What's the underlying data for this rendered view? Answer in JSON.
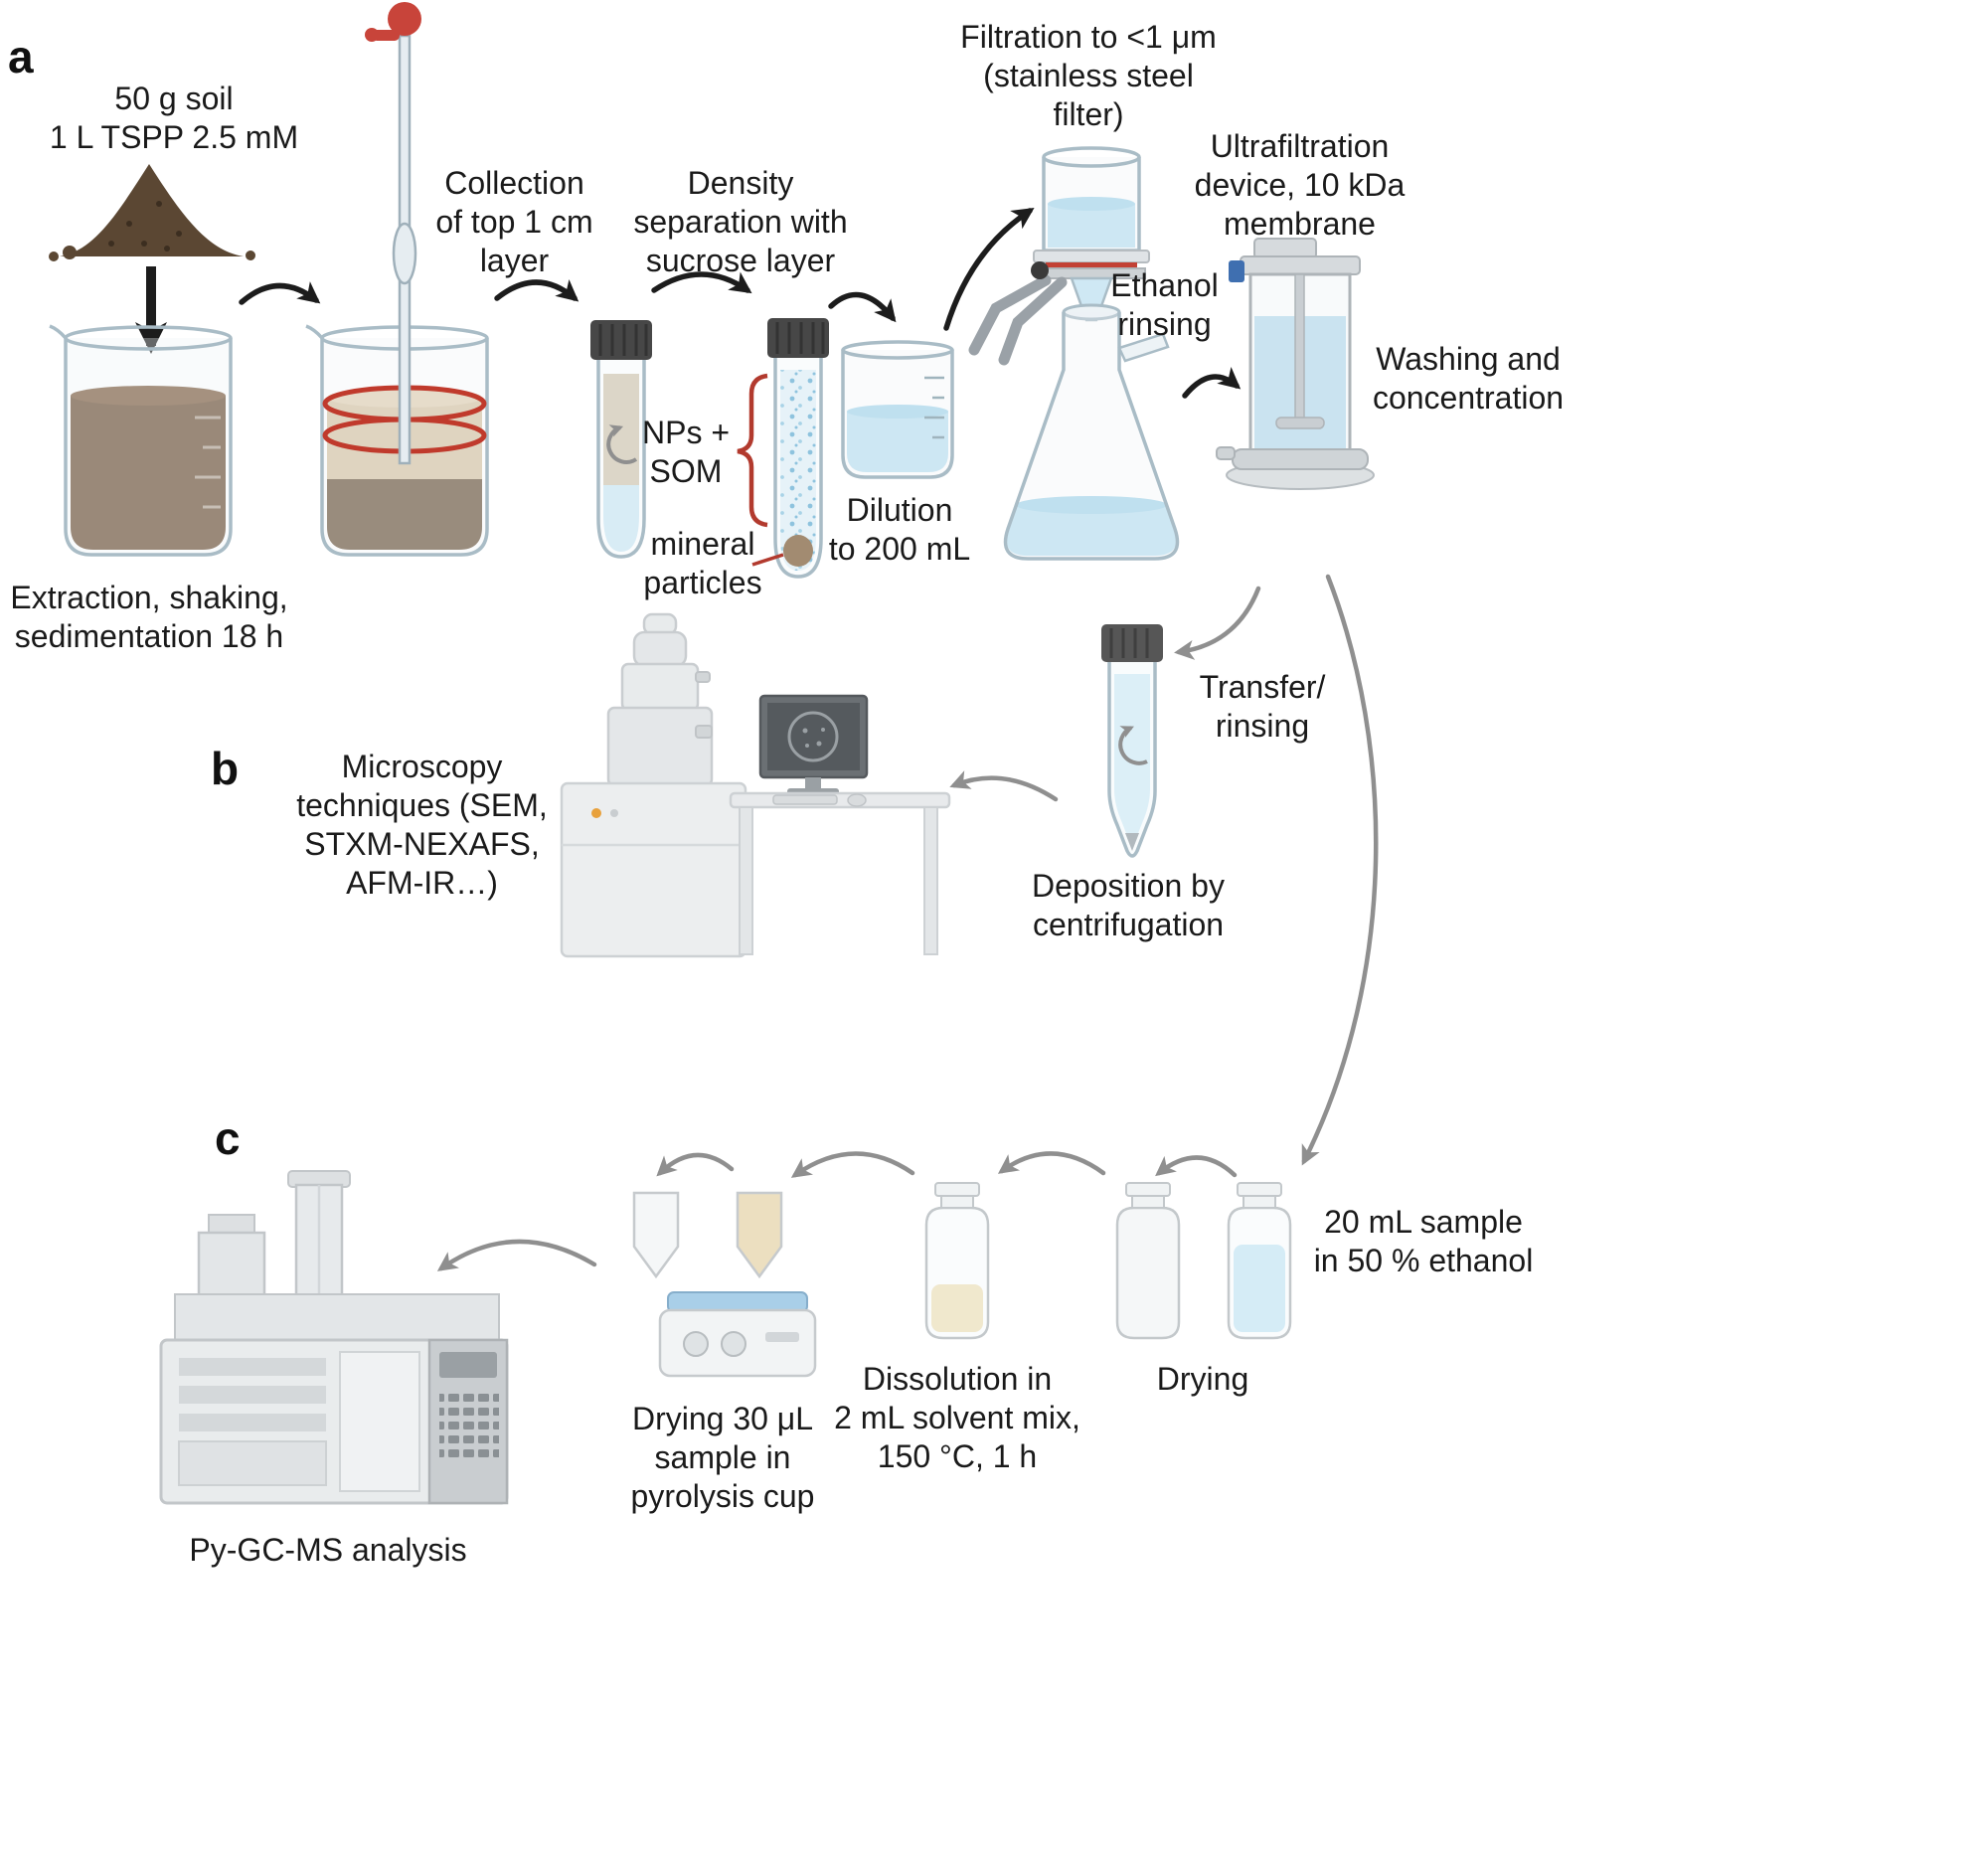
{
  "panels": {
    "a": "a",
    "b": "b",
    "c": "c"
  },
  "panel_a": {
    "soil_input": "50 g soil\n1 L TSPP 2.5 mM",
    "extraction": "Extraction, shaking,\nsedimentation 18 h",
    "collection": "Collection\nof top 1 cm\nlayer",
    "density_separation": "Density\nseparation with\nsucrose layer",
    "nps_som": "NPs +\nSOM",
    "mineral_particles": "mineral\nparticles",
    "dilution": "Dilution\nto 200 mL",
    "filtration": "Filtration to <1 μm\n(stainless steel\nfilter)",
    "ultrafiltration": "Ultrafiltration\ndevice, 10 kDa\nmembrane",
    "ethanol_rinsing": "Ethanol\nrinsing",
    "washing": "Washing and\nconcentration"
  },
  "panel_b": {
    "microscopy": "Microscopy\ntechniques (SEM,\nSTXM-NEXAFS,\nAFM-IR…)",
    "transfer_rinsing": "Transfer/\nrinsing",
    "deposition": "Deposition by\ncentrifugation"
  },
  "panel_c": {
    "sample": "20 mL sample\nin 50 % ethanol",
    "drying": "Drying",
    "dissolution": "Dissolution in\n2 mL solvent mix,\n150 °C, 1 h",
    "drying_sample": "Drying 30 μL\nsample in\npyrolysis cup",
    "analysis": "Py-GC-MS analysis"
  },
  "colors": {
    "soil_brown": "#6e5136",
    "supernatant_tan": "#d8c7aa",
    "water_blue": "#bfe2f2",
    "accent_red": "#c03a2c",
    "arrow_black": "#1c1c1c",
    "arrow_gray": "#8f8f8f"
  }
}
